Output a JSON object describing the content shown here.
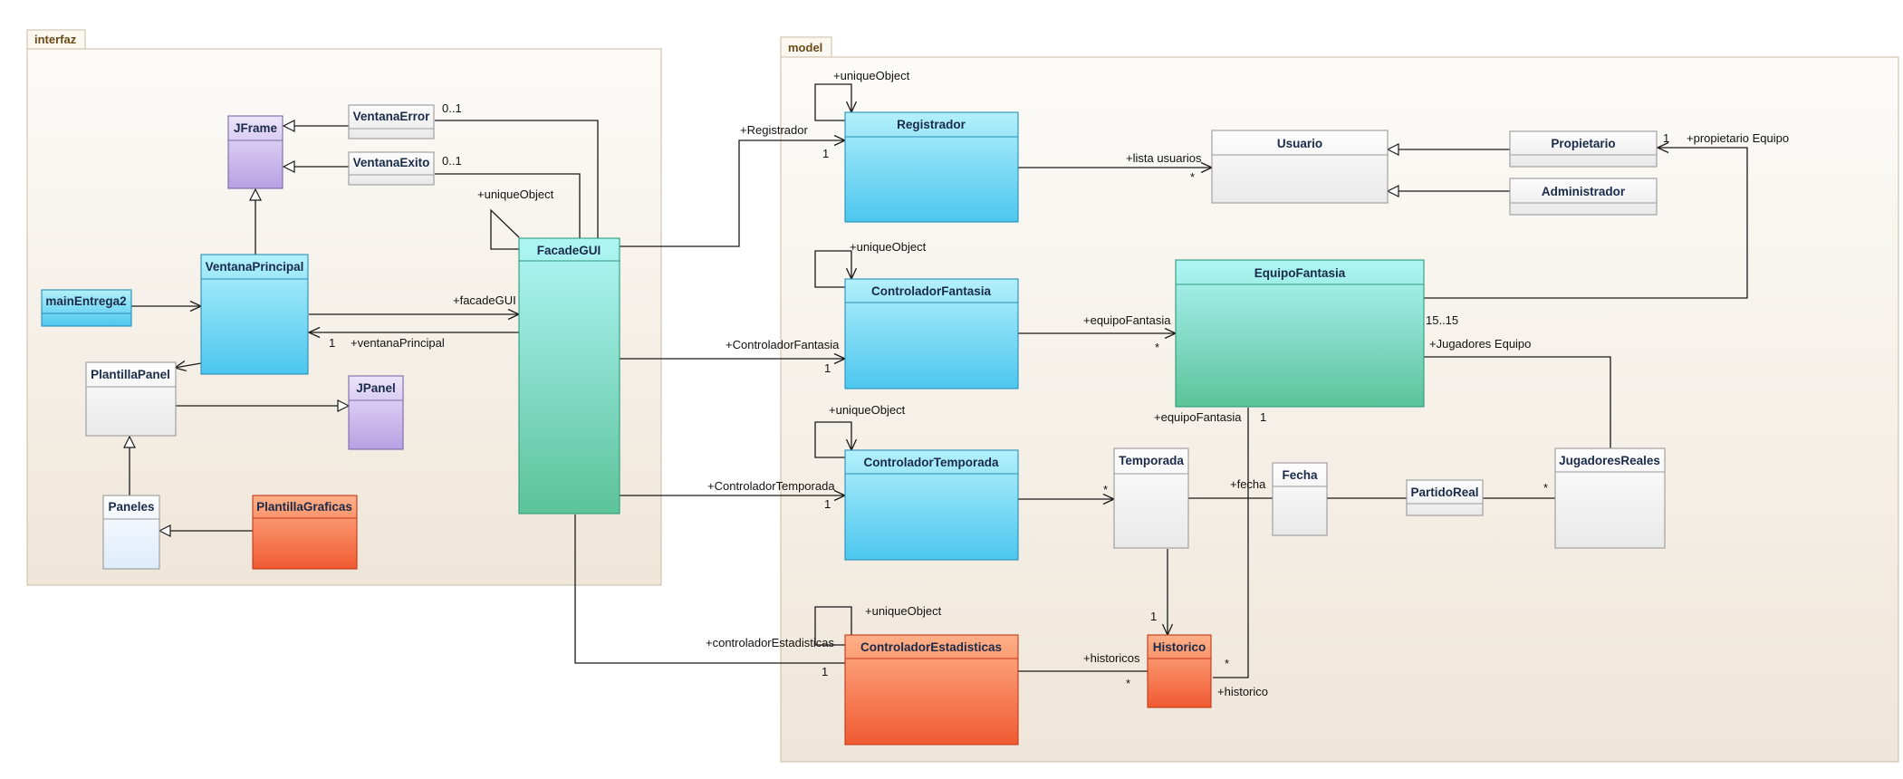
{
  "packages": [
    {
      "id": "interfaz",
      "label": "interfaz"
    },
    {
      "id": "model",
      "label": "model"
    }
  ],
  "classes": {
    "jframe": "JFrame",
    "ventana_error": "VentanaError",
    "ventana_exito": "VentanaExito",
    "ventana_principal": "VentanaPrincipal",
    "main_entrega2": "mainEntrega2",
    "plantilla_panel": "PlantillaPanel",
    "jpanel": "JPanel",
    "paneles": "Paneles",
    "plantilla_graficas": "PlantillaGraficas",
    "facade_gui": "FacadeGUI",
    "registrador": "Registrador",
    "usuario": "Usuario",
    "propietario": "Propietario",
    "administrador": "Administrador",
    "controlador_fantasia": "ControladorFantasia",
    "equipo_fantasia": "EquipoFantasia",
    "controlador_temporada": "ControladorTemporada",
    "temporada": "Temporada",
    "fecha": "Fecha",
    "partido_real": "PartidoReal",
    "jugadores_reales": "JugadoresReales",
    "controlador_estadisticas": "ControladorEstadisticas",
    "historico": "Historico"
  },
  "labels": {
    "error_mult": "0..1",
    "exito_mult": "0..1",
    "facade_unique": "+uniqueObject",
    "facade_gui_role": "+facadeGUI",
    "ventana_principal_role": "+ventanaPrincipal",
    "ventana_principal_mult": "1",
    "registrador_unique": "+uniqueObject",
    "registrador_role": "+Registrador",
    "registrador_mult": "1",
    "lista_usuarios": "+lista usuarios",
    "lista_usuarios_mult": "*",
    "propietario_mult": "1",
    "propietario_role": "+propietario Equipo",
    "cf_unique": "+uniqueObject",
    "cf_role": "+ControladorFantasia",
    "cf_mult": "1",
    "equipo_fantasia_role": "+equipoFantasia",
    "equipo_fantasia_mult": "*",
    "equipo_range": "15..15",
    "jugadores_equipo": "+Jugadores Equipo",
    "ct_unique": "+uniqueObject",
    "ct_role": "+ControladorTemporada",
    "ct_mult": "1",
    "temporada_mult": "*",
    "fecha_role": "+fecha",
    "jugadores_mult": "*",
    "hist_equipo_role": "+equipoFantasia",
    "hist_equipo_mult": "1",
    "temporada_hist_mult": "1",
    "ce_unique": "+uniqueObject",
    "ce_role": "+controladorEstadisticas",
    "ce_mult": "1",
    "historicos_role": "+historicos",
    "historicos_mult": "*",
    "historico_mult": "*",
    "historico_role": "+historico"
  },
  "colors": {
    "package_border": "#c9bba3",
    "package_top": "#fcfbf8",
    "package_bottom": "#efe6d9",
    "cyan_top": "#b3f0fb",
    "cyan_bottom": "#4cc7ef",
    "teal_top": "#aef6f6",
    "teal_bottom": "#5cc39a",
    "orange_top": "#ffb088",
    "orange_bottom": "#f05a32",
    "purple_top": "#ece4fa",
    "purple_bottom": "#b7a0e3",
    "white_top": "#fdfdfd",
    "white_bottom": "#e9e9e9",
    "blue_white_bottom": "#ddecfb"
  }
}
